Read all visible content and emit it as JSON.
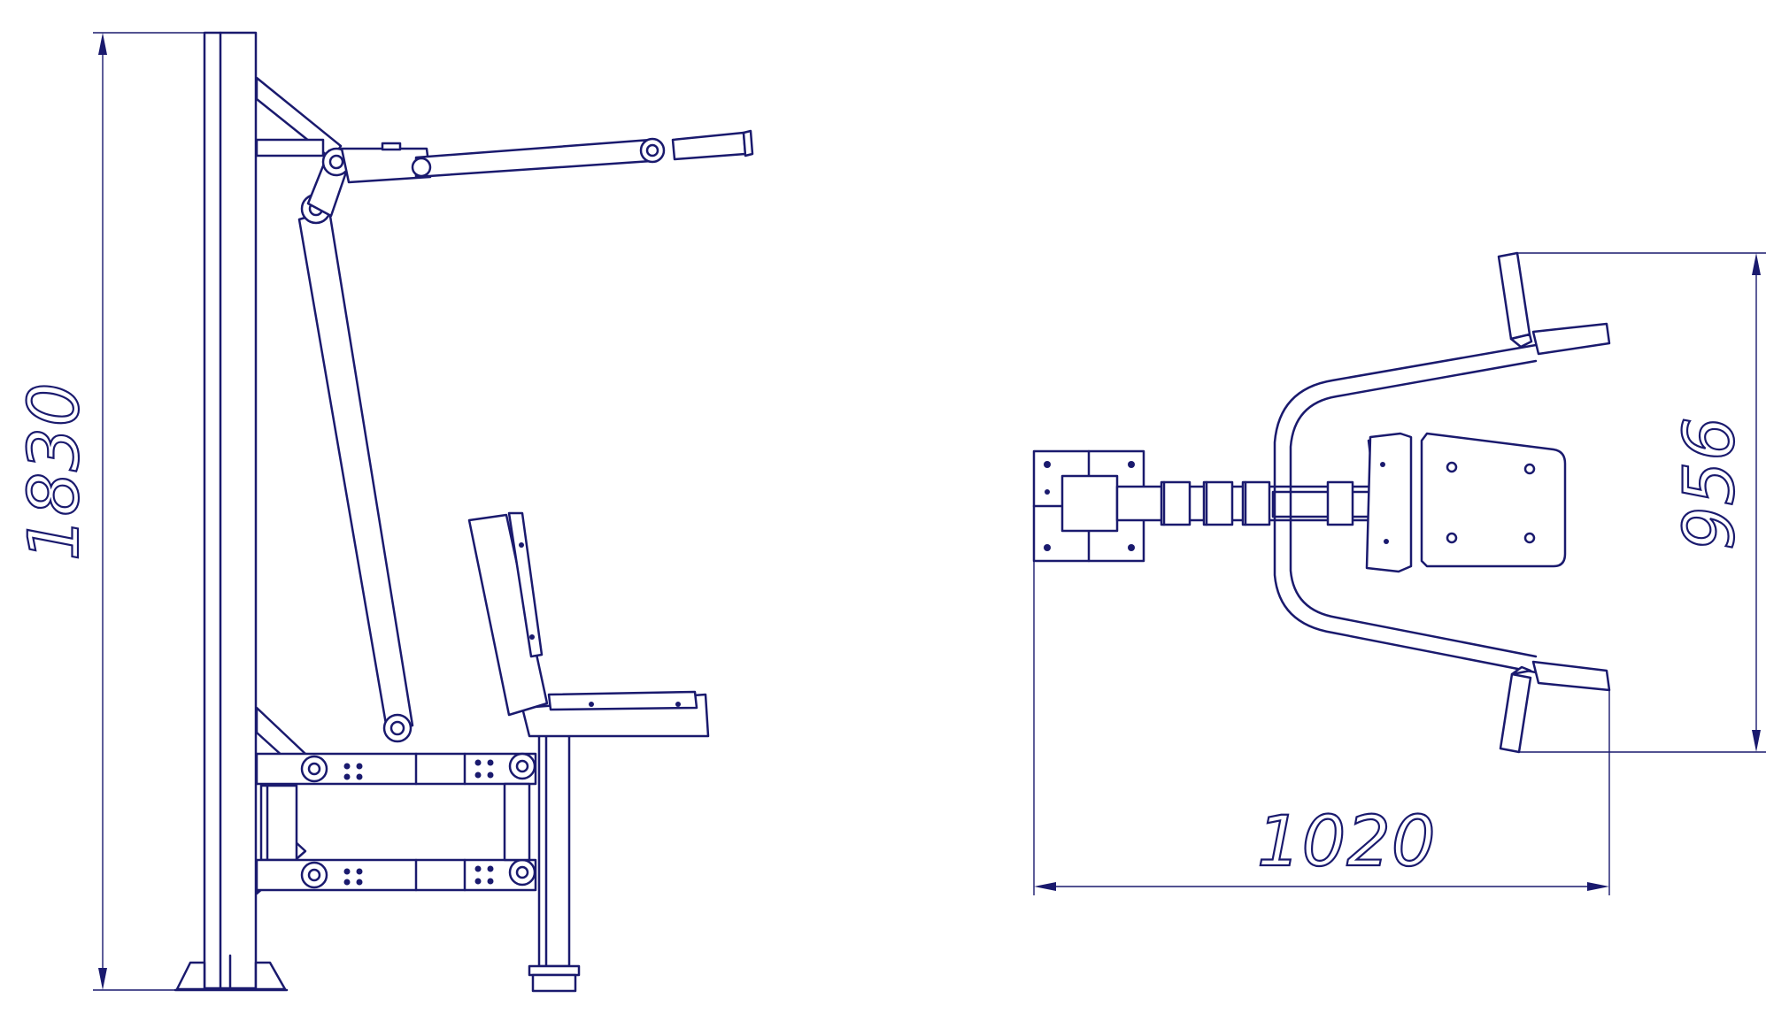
{
  "dimensions": {
    "height": "1830",
    "width": "1020",
    "depth": "956"
  },
  "colors": {
    "line": "#1a1a6e",
    "background": "#ffffff"
  }
}
